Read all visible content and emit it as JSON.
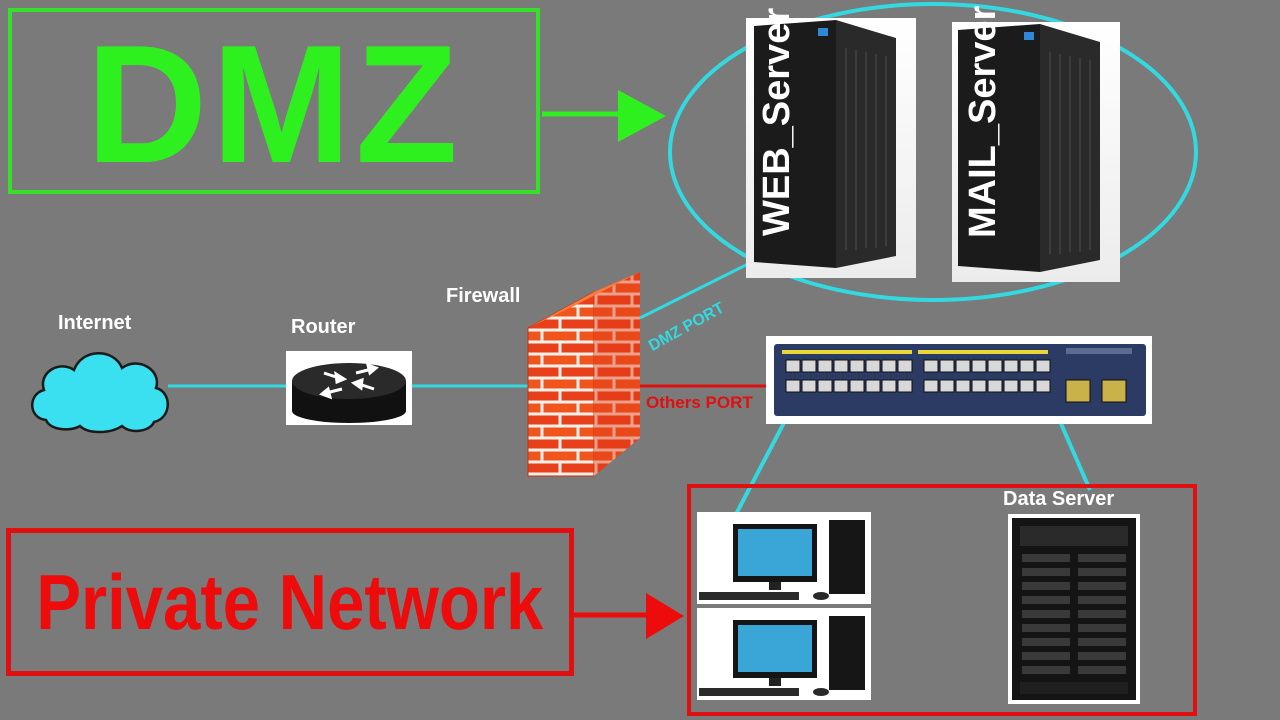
{
  "zones": {
    "dmz_title": "DMZ",
    "private_title": "Private Network"
  },
  "nodes": {
    "internet": "Internet",
    "router": "Router",
    "firewall": "Firewall",
    "web_server": "WEB_Server",
    "mail_server": "MAIL_Server",
    "data_server": "Data Server"
  },
  "ports": {
    "dmz_port": "DMZ PORT",
    "others_port": "Others PORT"
  },
  "icons": {
    "internet": "cloud-icon",
    "router": "router-icon",
    "firewall": "brick-wall-icon",
    "switch": "network-switch-icon",
    "servers": "tower-server-icon",
    "workstations": "desktop-computer-icon"
  },
  "colors": {
    "background": "#7a7a7a",
    "dmz_green": "#2ff01f",
    "private_red": "#ee0b0b",
    "link_cyan": "#33d9e0",
    "others_port_red": "#e01010"
  }
}
